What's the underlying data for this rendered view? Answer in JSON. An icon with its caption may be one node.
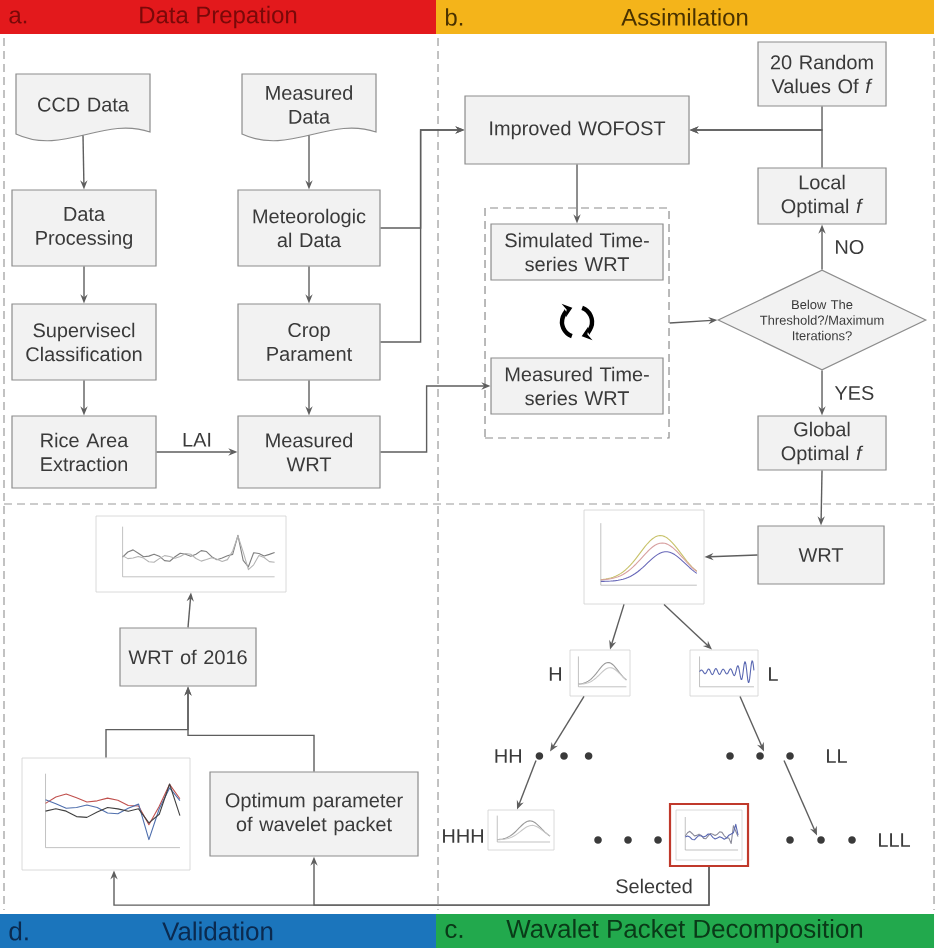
{
  "diagram": {
    "nodes": [
      {
        "text": [
          "a.",
          "Data Prepation"
        ]
      },
      {
        "text": [
          "b.",
          "Assimilation"
        ]
      },
      {
        "text": [
          "CCD Data"
        ]
      },
      {
        "text": [
          "Measured Data"
        ]
      },
      {
        "text": [
          "Data Processing"
        ]
      },
      {
        "text": [
          "Meteorologic al Data"
        ]
      },
      {
        "text": [
          "Supervisecl Classification"
        ]
      },
      {
        "text": [
          "Crop Parament"
        ]
      },
      {
        "text": [
          "Rice Area Extraction"
        ]
      },
      {
        "text": [
          "Measured WRT"
        ]
      },
      {
        "text": [
          "20 Random Values Of *f*"
        ]
      },
      {
        "text": [
          "Improved WOFOST"
        ]
      },
      {
        "text": [
          "Local Optimal *f*"
        ]
      },
      {
        "text": [],
        "shape": "box"
      },
      {
        "text": [
          "Simulated Time-series WRT"
        ],
        "in": 13
      },
      {
        "text": [
          "Below The Threshold?/Maximum Iterations?"
        ]
      },
      {
        "text": [
          "Measured Time-series WRT"
        ],
        "in": 13
      },
      {
        "text": [
          "Global Optimal *f*"
        ]
      },
      {
        "text": [],
        "shape": "picture"
      },
      {
        "text": [
          "WRT of 2016"
        ]
      },
      {
        "text": [],
        "shape": "picture"
      },
      {
        "text": [
          "Optimum parameter of wavelet packet"
        ]
      },
      {
        "text": [
          "WRT"
        ]
      },
      {
        "text": [],
        "shape": "picture"
      },
      {
        "text": [],
        "shape": "picture",
        "beside": [
          "H"
        ]
      },
      {
        "text": [],
        "shape": "picture",
        "beside": [
          "L"
        ]
      },
      {
        "text": [],
        "shape": "dots",
        "beside": [
          "HH"
        ]
      },
      {
        "text": [],
        "shape": "dots",
        "beside": [
          "LL"
        ]
      },
      {
        "text": [],
        "shape": "picture",
        "beside": [
          "HHH"
        ]
      },
      {
        "text": [],
        "shape": "picture",
        "beside": [
          "Selected"
        ]
      },
      {
        "text": [],
        "shape": "dots",
        "beside": [
          "LLL"
        ]
      },
      {
        "text": [
          "d.",
          "Validation"
        ]
      },
      {
        "text": [
          "c.",
          "Wavalet Packet Decomposition"
        ]
      }
    ],
    "edges": [
      {
        "from": 2,
        "to": 4,
        "arrow": "to"
      },
      {
        "from": 4,
        "to": 6,
        "arrow": "to"
      },
      {
        "from": 6,
        "to": 8,
        "arrow": "to"
      },
      {
        "from": 3,
        "to": 5,
        "arrow": "to"
      },
      {
        "from": 5,
        "to": 7,
        "arrow": "to"
      },
      {
        "from": 7,
        "to": 9,
        "arrow": "to"
      },
      {
        "from": 8,
        "to": 9,
        "arrow": "to",
        "label": "LAI"
      },
      {
        "from": 5,
        "to": 11,
        "arrow": "to"
      },
      {
        "from": 7,
        "to": 11,
        "arrow": "to"
      },
      {
        "from": 9,
        "to": 16,
        "arrow": "to"
      },
      {
        "from": 10,
        "to": 11,
        "arrow": "to"
      },
      {
        "from": 12,
        "to": 11,
        "arrow": "to"
      },
      {
        "from": 11,
        "to": 14,
        "arrow": "to"
      },
      {
        "from": 13,
        "to": 15,
        "arrow": "to"
      },
      {
        "from": 15,
        "to": 12,
        "arrow": "to",
        "label": "NO"
      },
      {
        "from": 15,
        "to": 17,
        "arrow": "to",
        "label": "YES"
      },
      {
        "from": 17,
        "to": 22,
        "arrow": "to"
      },
      {
        "from": 22,
        "to": 23,
        "arrow": "to"
      },
      {
        "from": 23,
        "to": 24,
        "arrow": "to"
      },
      {
        "from": 23,
        "to": 25,
        "arrow": "to"
      },
      {
        "from": 24,
        "to": 26,
        "arrow": "to"
      },
      {
        "from": 26,
        "to": 28,
        "arrow": "to"
      },
      {
        "from": 25,
        "to": 27,
        "arrow": "to"
      },
      {
        "from": 27,
        "to": 30,
        "arrow": "to"
      },
      {
        "from": 29,
        "to": 20,
        "arrow": "to"
      },
      {
        "from": 29,
        "to": 21,
        "arrow": "to"
      },
      {
        "from": 20,
        "to": 19,
        "arrow": "to"
      },
      {
        "from": 21,
        "to": 19,
        "arrow": "to"
      },
      {
        "from": 19,
        "to": 18,
        "arrow": "to"
      }
    ]
  }
}
